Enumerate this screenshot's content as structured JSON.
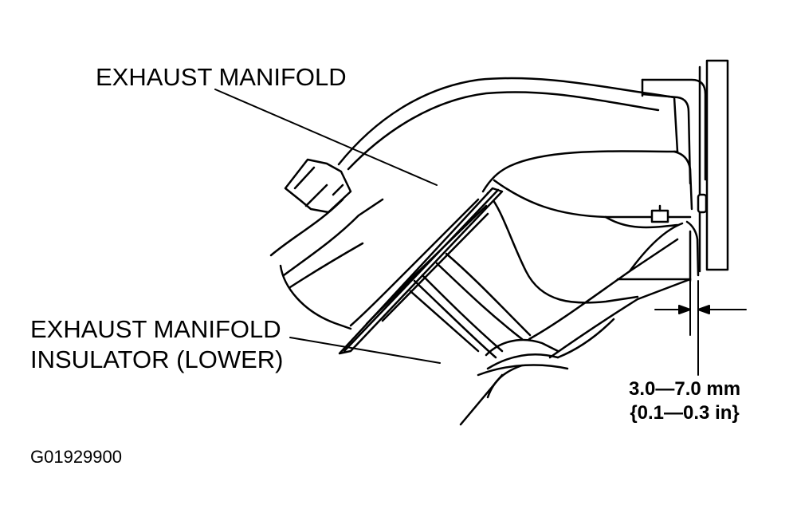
{
  "labels": {
    "exhaust_manifold": "EXHAUST MANIFOLD",
    "insulator_line1": "EXHAUST MANIFOLD",
    "insulator_line2": "INSULATOR (LOWER)",
    "clearance_mm": "3.0—7.0 mm",
    "clearance_in": "{0.1—0.3 in}",
    "figure_id": "G01929900"
  },
  "colors": {
    "ink": "#000000",
    "background": "#ffffff"
  }
}
